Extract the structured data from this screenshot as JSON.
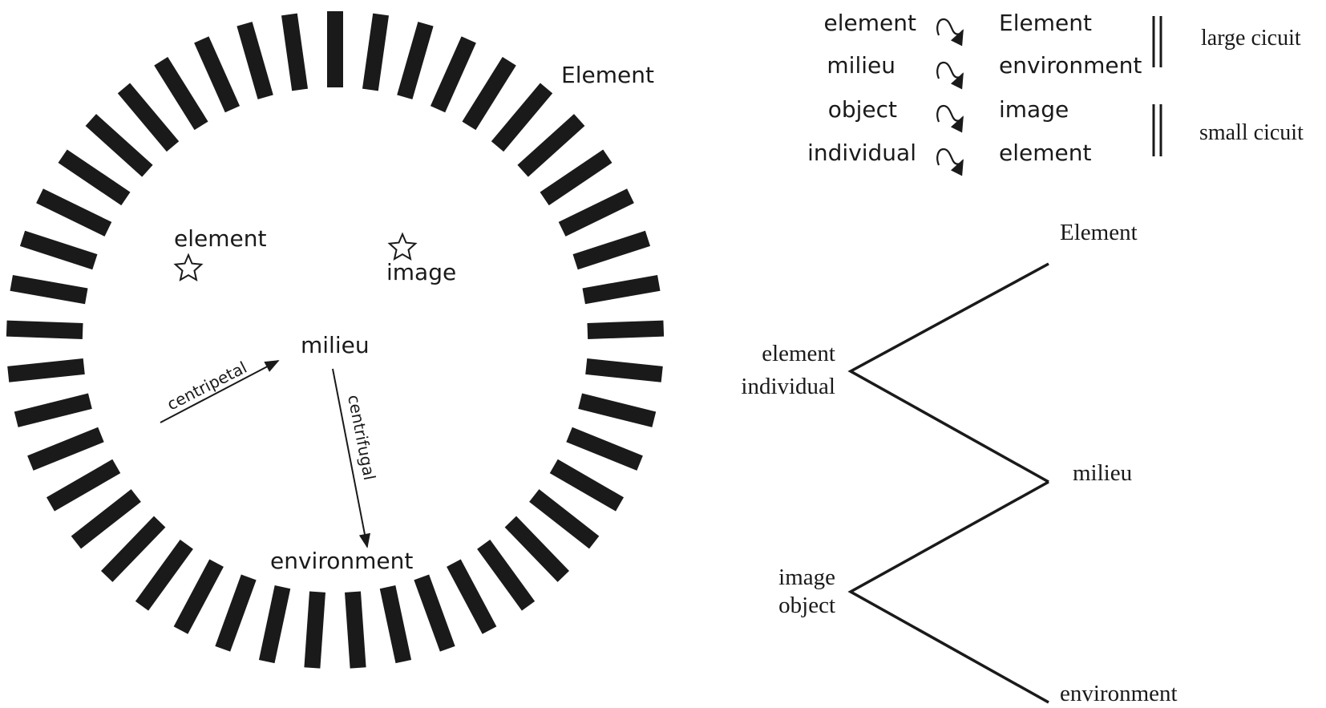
{
  "ring": {
    "top_label": "Element",
    "inner_labels": {
      "element": "element",
      "image": "image",
      "milieu": "milieu",
      "environment": "environment"
    },
    "arrows": {
      "centripetal": "centripetal",
      "centrifugal": "centrifugal"
    },
    "bar_count": 45,
    "color": "#1a1a1a"
  },
  "legend": {
    "rows": [
      {
        "left": "element",
        "right": "Element"
      },
      {
        "left": "milieu",
        "right": "environment"
      },
      {
        "left": "object",
        "right": "image"
      },
      {
        "left": "individual",
        "right": "element"
      }
    ],
    "groups": [
      {
        "label": "large cicuit"
      },
      {
        "label": "small cicuit"
      }
    ]
  },
  "zigzag": {
    "labels": {
      "top": "Element",
      "upper_left_1": "element",
      "upper_left_2": "individual",
      "middle": "milieu",
      "lower_left_1": "image",
      "lower_left_2": "object",
      "bottom": "environment"
    }
  }
}
